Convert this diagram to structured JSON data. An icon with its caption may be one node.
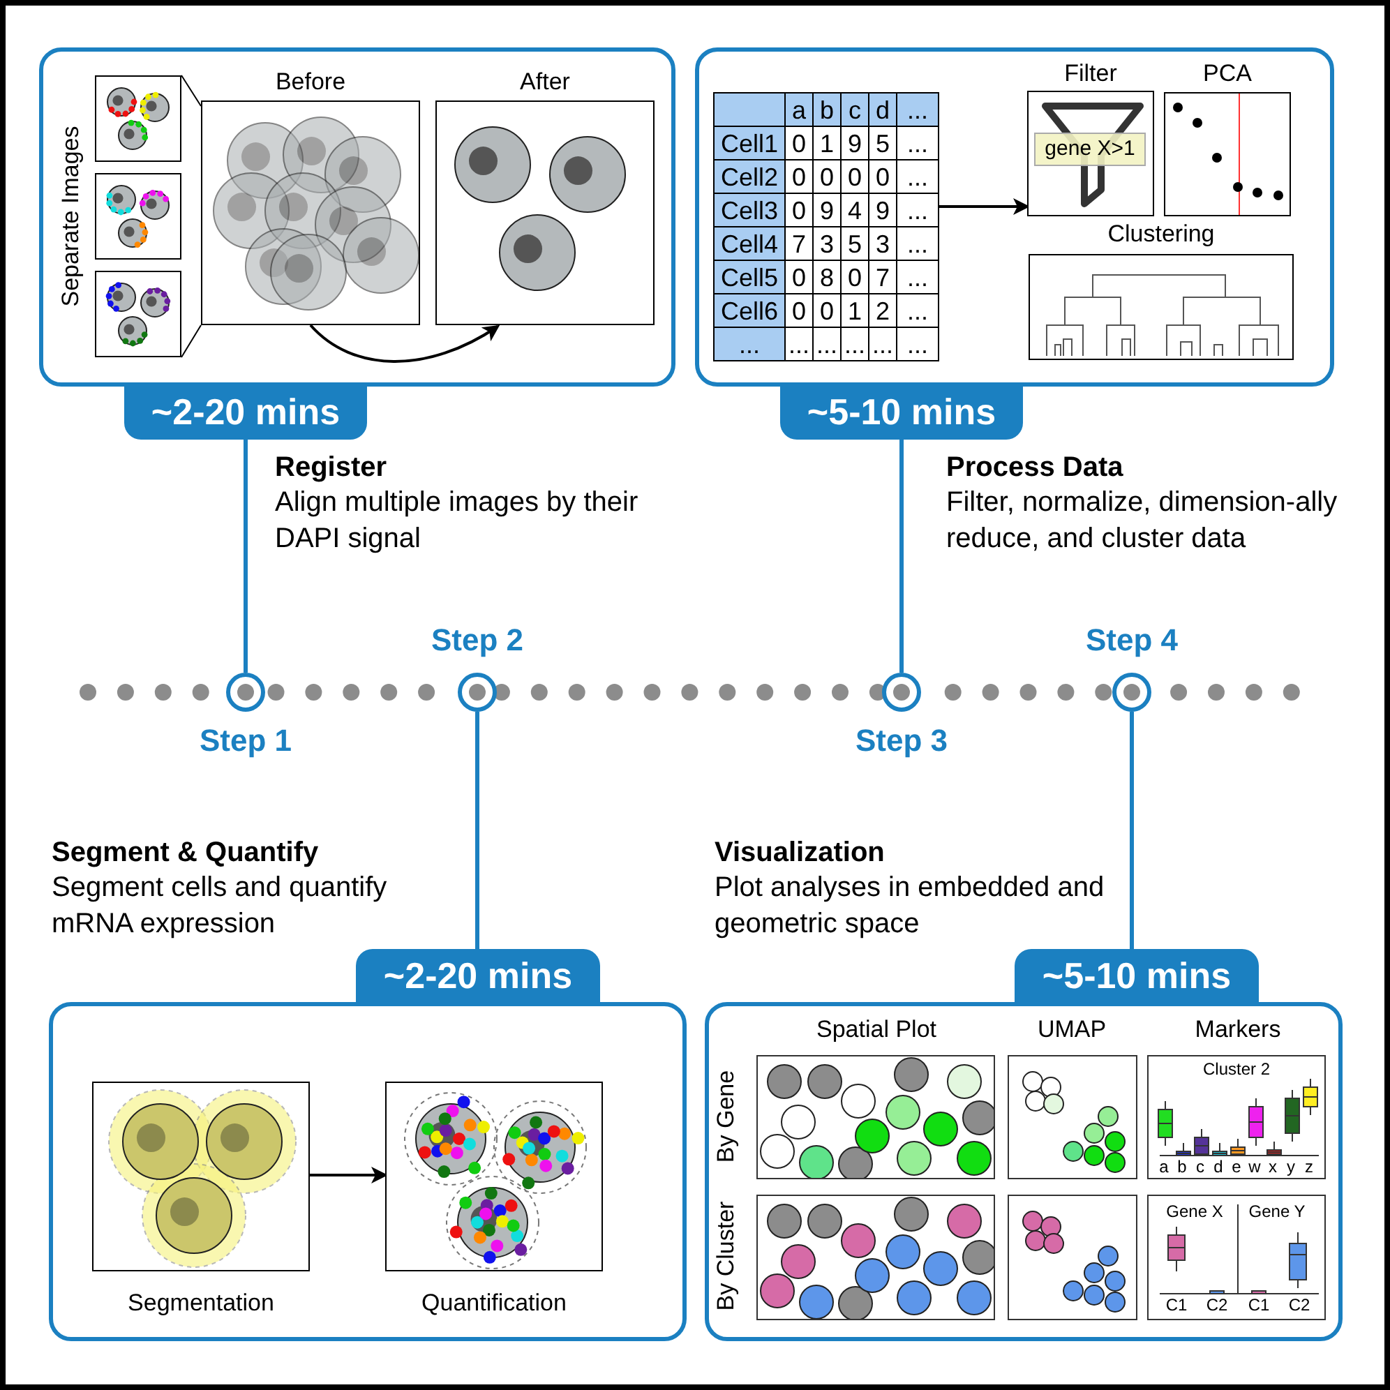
{
  "diagram": {
    "nodes": [
      {
        "text": [],
        "shape": "box"
      },
      {
        "text": [
          "Separate Images"
        ],
        "in": 0
      },
      {
        "text": [
          "Before"
        ],
        "in": 0
      },
      {
        "text": [
          "After"
        ],
        "in": 0
      },
      {
        "text": [
          "~2-20 mins"
        ]
      },
      {
        "text": [],
        "shape": "box"
      },
      {
        "text": [
          "a",
          "b",
          "c",
          "d",
          "...",
          "Cell1",
          "0",
          "1",
          "9",
          "5",
          "...",
          "Cell2",
          "0",
          "0",
          "0",
          "0",
          "...",
          "Cell3",
          "0",
          "9",
          "4",
          "9",
          "...",
          "Cell4",
          "7",
          "3",
          "5",
          "3",
          "...",
          "Cell5",
          "0",
          "8",
          "0",
          "7",
          "...",
          "Cell6",
          "0",
          "0",
          "1",
          "2",
          "...",
          "...",
          "...",
          "...",
          "...",
          "...",
          "..."
        ],
        "in": 5
      },
      {
        "text": [
          "Filter",
          "gene X>1"
        ],
        "in": 5
      },
      {
        "text": [
          "PCA"
        ],
        "in": 5
      },
      {
        "text": [
          "Clustering"
        ],
        "in": 5
      },
      {
        "text": [
          "~5-10 mins"
        ]
      },
      {
        "text": [],
        "shape": "circle",
        "beside": [
          "Step 1"
        ]
      },
      {
        "text": [],
        "shape": "circle",
        "beside": [
          "Step 2"
        ]
      },
      {
        "text": [],
        "shape": "circle",
        "beside": [
          "Step 3"
        ]
      },
      {
        "text": [],
        "shape": "circle",
        "beside": [
          "Step 4"
        ]
      },
      {
        "text": [
          "~2-20 mins"
        ]
      },
      {
        "text": [],
        "shape": "box"
      },
      {
        "text": [
          "Segmentation"
        ],
        "in": 16
      },
      {
        "text": [
          "Quantification"
        ],
        "in": 16
      },
      {
        "text": [
          "~5-10 mins"
        ]
      },
      {
        "text": [
          "Spatial Plot",
          "UMAP",
          "Markers",
          "By Gene",
          "Cluster 2",
          "a",
          "b",
          "c",
          "d",
          "e",
          "w",
          "x",
          "y",
          "z",
          "By Cluster",
          "Gene X",
          "Gene Y",
          "C1",
          "C2",
          "C1",
          "C2"
        ]
      }
    ],
    "edges": [
      {
        "from": 2,
        "to": 3,
        "arrow": "to",
        "color": "#000000"
      },
      {
        "from": 6,
        "to": 7,
        "arrow": "to",
        "color": "#000000"
      },
      {
        "from": 17,
        "to": 18,
        "arrow": "to",
        "color": "#000000"
      },
      {
        "from": 4,
        "to": 11,
        "arrow": "none"
      },
      {
        "from": 10,
        "to": 13,
        "arrow": "none"
      },
      {
        "from": 12,
        "to": 15,
        "arrow": "none"
      },
      {
        "from": 14,
        "to": 19,
        "arrow": "none"
      }
    ],
    "labels": [
      "Register",
      "Align multiple images by their DAPI signal",
      "Process Data",
      "Filter, normalize, dimension-ally reduce, and cluster data",
      "Segment & Quantify",
      "Segment cells and quantify mRNA expression",
      "Visualization",
      "Plot analyses in embedded and geometric space"
    ]
  }
}
